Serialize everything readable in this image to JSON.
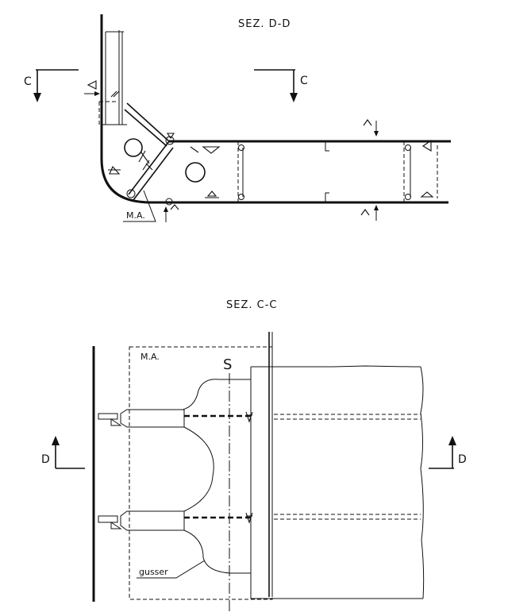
{
  "section_dd": {
    "title": "SEZ. D-D",
    "cut_label_left": "C",
    "cut_label_right": "C",
    "detail_label": "M.A."
  },
  "section_cc": {
    "title": "SEZ. C-C",
    "cut_label_left": "D",
    "cut_label_right": "D",
    "detail_label": "M.A.",
    "s_mark": "S",
    "gusset_label": "gusser"
  }
}
